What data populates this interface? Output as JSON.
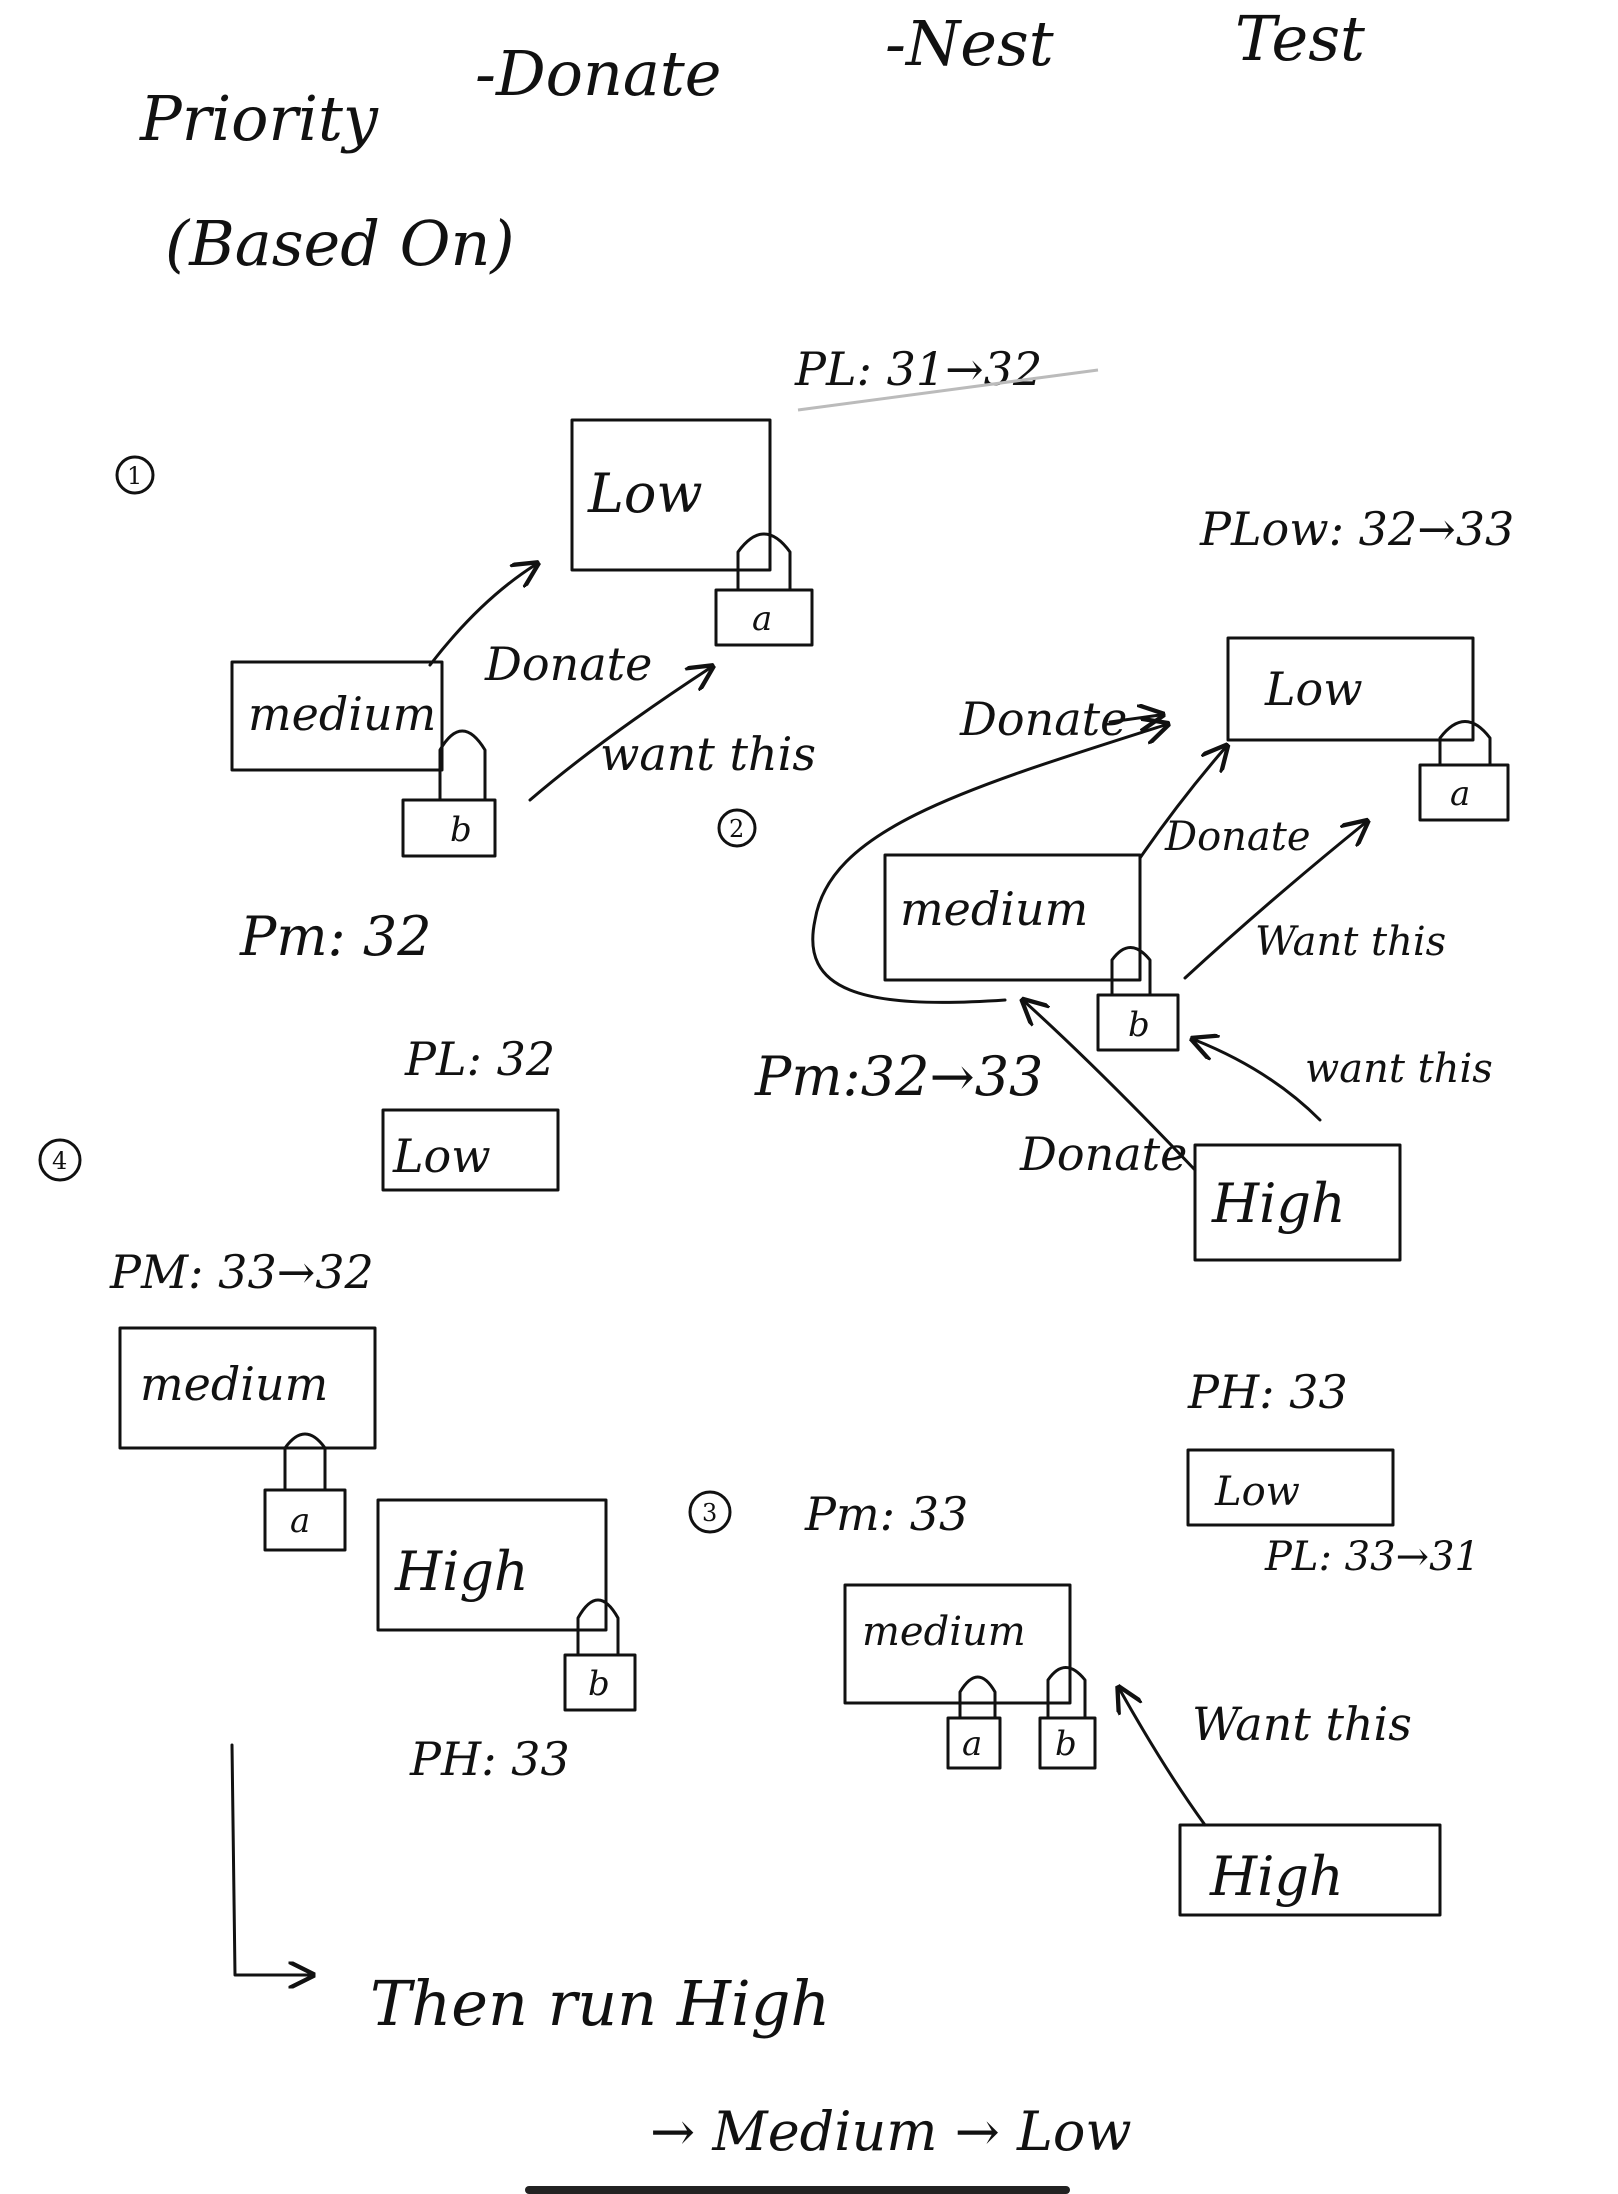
{
  "title": {
    "line1_a": "Priority",
    "line1_b": "-Donate",
    "line1_c": "-Nest",
    "line1_d": "Test",
    "line2": "(Based On)"
  },
  "steps": {
    "s1": "1",
    "s2": "2",
    "s3": "3",
    "s4": "4"
  },
  "scene1": {
    "pl_label": "PL: 31→32",
    "low": "Low",
    "lock_a": "a",
    "medium": "medium",
    "lock_b": "b",
    "donate": "Donate",
    "want": "want this",
    "pm": "Pm: 32"
  },
  "scene2": {
    "plow": "PLow: 32→33",
    "low": "Low",
    "lock_a": "a",
    "donate_top": "Donate",
    "donate_mid": "Donate",
    "want_a": "Want this",
    "medium": "medium",
    "lock_b": "b",
    "want_b": "want this",
    "pm": "Pm:32→33",
    "donate_high": "Donate",
    "high": "High"
  },
  "scene3": {
    "pm": "Pm: 33",
    "medium": "medium",
    "lock_a": "a",
    "lock_b": "b",
    "ph": "PH: 33",
    "low": "Low",
    "pl": "PL: 33→31",
    "want": "Want this",
    "high": "High"
  },
  "scene4": {
    "pl": "PL: 32",
    "low": "Low",
    "pm": "PM: 33→32",
    "medium": "medium",
    "lock_a": "a",
    "high": "High",
    "lock_b": "b",
    "ph": "PH: 33"
  },
  "footer": {
    "line1": "Then run High",
    "line2": "→ Medium → Low"
  }
}
